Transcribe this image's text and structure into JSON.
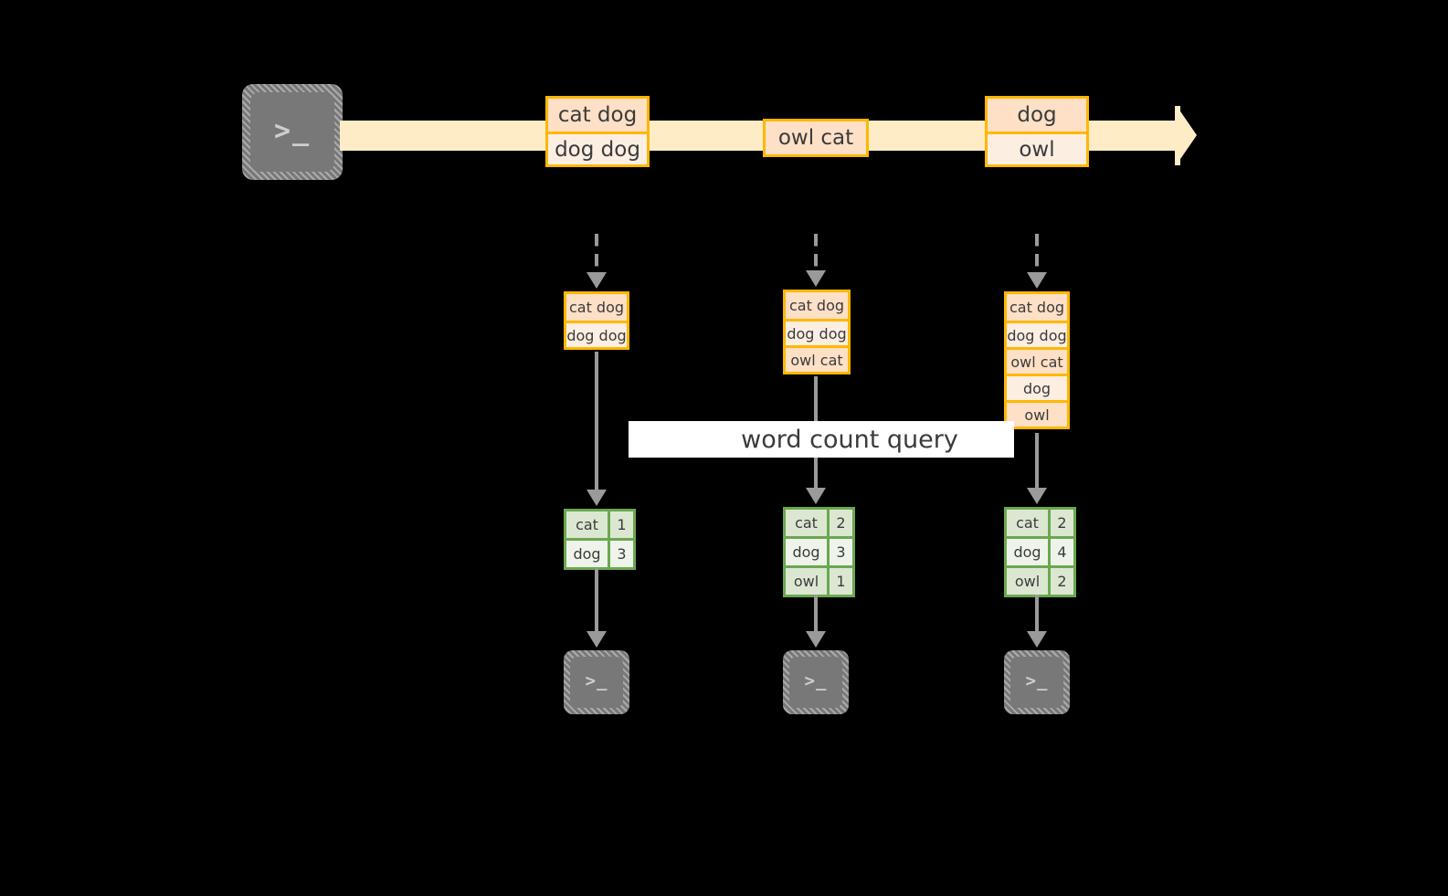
{
  "diagram": {
    "title_label": "word count query",
    "colors": {
      "background": "#000000",
      "stream_fill": "#fdecc6",
      "record_border": "#ffb700",
      "record_fill_shade": "#fde0c6",
      "record_fill_light": "#fdeee2",
      "result_border": "#6aa84f",
      "result_fill_shade": "#dce7d2",
      "result_fill_light": "#eff4ea",
      "arrow_gray": "#9a9a9a",
      "terminal_gray": "#787878",
      "label_band": "#ffffff"
    },
    "terminal_glyph": ">_",
    "producer": {
      "name": "producer-terminal",
      "glyph": ">_"
    },
    "stream": {
      "name": "event-stream-arrow",
      "records": [
        {
          "name": "stream-record-1",
          "lines": [
            "cat dog",
            "dog dog"
          ]
        },
        {
          "name": "stream-record-2",
          "lines": [
            "owl cat"
          ]
        },
        {
          "name": "stream-record-3",
          "lines": [
            "dog",
            "owl"
          ]
        }
      ]
    },
    "snapshots": [
      {
        "name": "snapshot-1",
        "lines": [
          "cat dog",
          "dog dog"
        ],
        "result": {
          "rows": [
            {
              "word": "cat",
              "count": "1"
            },
            {
              "word": "dog",
              "count": "3"
            }
          ]
        },
        "consumer_glyph": ">_"
      },
      {
        "name": "snapshot-2",
        "lines": [
          "cat dog",
          "dog dog",
          "owl cat"
        ],
        "result": {
          "rows": [
            {
              "word": "cat",
              "count": "2"
            },
            {
              "word": "dog",
              "count": "3"
            },
            {
              "word": "owl",
              "count": "1"
            }
          ]
        },
        "consumer_glyph": ">_"
      },
      {
        "name": "snapshot-3",
        "lines": [
          "cat dog",
          "dog dog",
          "owl cat",
          "dog",
          "owl"
        ],
        "result": {
          "rows": [
            {
              "word": "cat",
              "count": "2"
            },
            {
              "word": "dog",
              "count": "4"
            },
            {
              "word": "owl",
              "count": "2"
            }
          ]
        },
        "consumer_glyph": ">_"
      }
    ]
  }
}
